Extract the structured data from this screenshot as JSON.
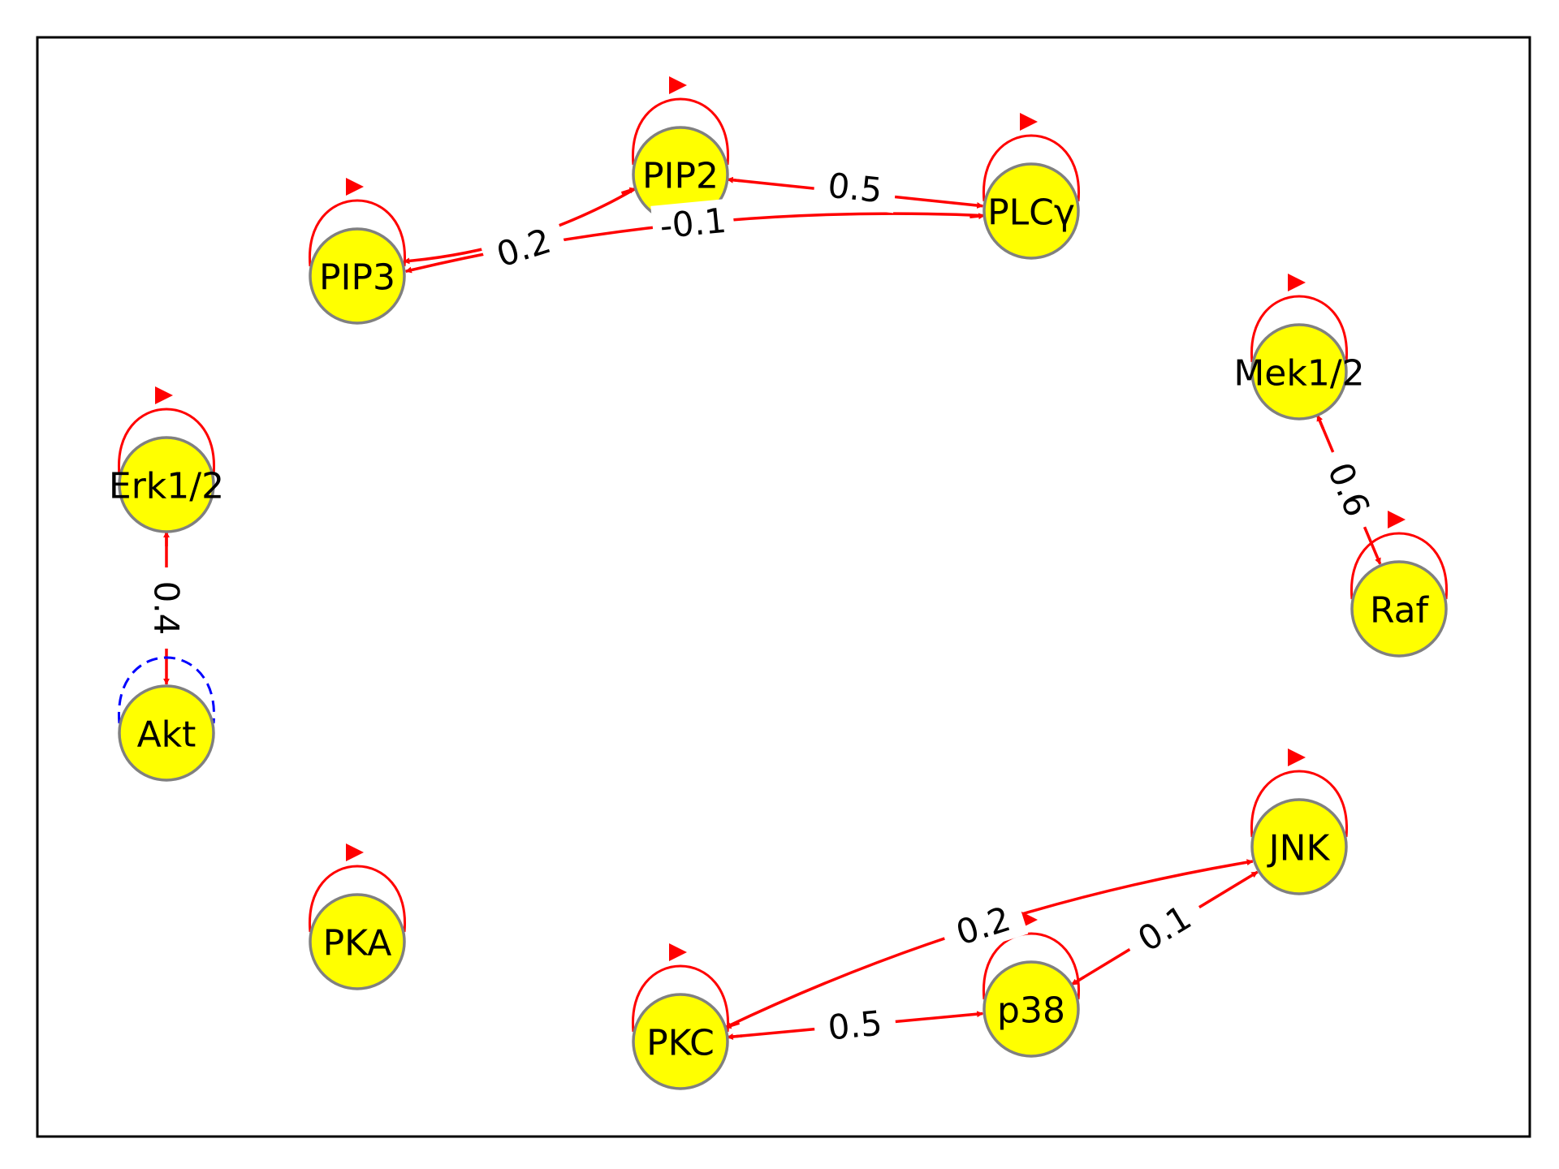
{
  "colors": {
    "node_fill": "#ffff00",
    "node_stroke": "#808080",
    "positive_edge": "#ff0000",
    "negative_edge": "#0000ff"
  },
  "nodes": [
    {
      "id": "pip2",
      "label": "PIP2"
    },
    {
      "id": "plcg",
      "label": "PLCγ"
    },
    {
      "id": "pip3",
      "label": "PIP3"
    },
    {
      "id": "mek",
      "label": "Mek1/2"
    },
    {
      "id": "erk",
      "label": "Erk1/2"
    },
    {
      "id": "raf",
      "label": "Raf"
    },
    {
      "id": "akt",
      "label": "Akt"
    },
    {
      "id": "jnk",
      "label": "JNK"
    },
    {
      "id": "pka",
      "label": "PKA"
    },
    {
      "id": "p38",
      "label": "p38"
    },
    {
      "id": "pkc",
      "label": "PKC"
    }
  ],
  "edges": [
    {
      "id": "pip2-pip3",
      "source": "pip2",
      "target": "pip3",
      "label": "0.2",
      "sign": "positive"
    },
    {
      "id": "pip2-plcg",
      "source": "pip2",
      "target": "plcg",
      "label": "0.5",
      "sign": "positive"
    },
    {
      "id": "plcg-pip3",
      "source": "plcg",
      "target": "pip3",
      "label": "-0.1",
      "sign": "positive"
    },
    {
      "id": "mek-raf",
      "source": "mek",
      "target": "raf",
      "label": "0.6",
      "sign": "positive"
    },
    {
      "id": "erk-akt",
      "source": "erk",
      "target": "akt",
      "label": "0.4",
      "sign": "positive"
    },
    {
      "id": "pkc-jnk",
      "source": "pkc",
      "target": "jnk",
      "label": "0.2",
      "sign": "positive"
    },
    {
      "id": "pkc-p38",
      "source": "pkc",
      "target": "p38",
      "label": "0.5",
      "sign": "positive"
    },
    {
      "id": "p38-jnk",
      "source": "p38",
      "target": "jnk",
      "label": "0.1",
      "sign": "positive"
    }
  ],
  "self_loops": [
    {
      "node": "pip2",
      "sign": "positive"
    },
    {
      "node": "plcg",
      "sign": "positive"
    },
    {
      "node": "pip3",
      "sign": "positive"
    },
    {
      "node": "mek",
      "sign": "positive"
    },
    {
      "node": "erk",
      "sign": "positive"
    },
    {
      "node": "raf",
      "sign": "positive"
    },
    {
      "node": "akt",
      "sign": "negative"
    },
    {
      "node": "jnk",
      "sign": "positive"
    },
    {
      "node": "pka",
      "sign": "positive"
    },
    {
      "node": "p38",
      "sign": "positive"
    },
    {
      "node": "pkc",
      "sign": "positive"
    }
  ]
}
